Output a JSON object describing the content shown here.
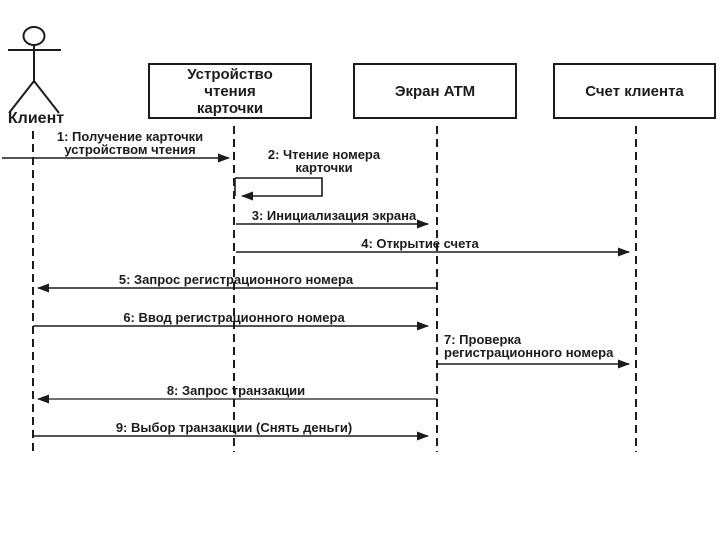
{
  "colors": {
    "ink": "#1c1c1c",
    "background": "#ffffff"
  },
  "diagram": {
    "type": "uml-sequence-diagram",
    "actor": {
      "label": "Клиент"
    },
    "objects": [
      {
        "id": "card-reader",
        "lines": [
          "Устройство",
          "чтения",
          "карточки"
        ]
      },
      {
        "id": "atm-screen",
        "lines": [
          "Экран ATM"
        ]
      },
      {
        "id": "client-account",
        "lines": [
          "Счет клиента"
        ]
      }
    ],
    "messages": [
      {
        "from": "client",
        "to": "card-reader",
        "direction": "right",
        "lines": [
          "1: Получение карточки",
          "устройством чтения"
        ]
      },
      {
        "from": "card-reader",
        "to": "card-reader",
        "direction": "self",
        "lines": [
          "2: Чтение номера",
          "карточки"
        ]
      },
      {
        "from": "card-reader",
        "to": "atm-screen",
        "direction": "right",
        "lines": [
          "3: Инициализация экрана"
        ]
      },
      {
        "from": "card-reader",
        "to": "client-account",
        "direction": "right",
        "lines": [
          "4: Открытие счета"
        ]
      },
      {
        "from": "atm-screen",
        "to": "client",
        "direction": "left",
        "lines": [
          "5: Запрос регистрационного номера"
        ]
      },
      {
        "from": "client",
        "to": "atm-screen",
        "direction": "right",
        "lines": [
          "6: Ввод регистрационного номера"
        ]
      },
      {
        "from": "atm-screen",
        "to": "client-account",
        "direction": "right",
        "lines": [
          "7: Проверка",
          "регистрационного номера"
        ]
      },
      {
        "from": "atm-screen",
        "to": "client",
        "direction": "left",
        "lines": [
          "8: Запрос транзакции"
        ]
      },
      {
        "from": "client",
        "to": "atm-screen",
        "direction": "right",
        "lines": [
          "9: Выбор транзакции (Снять деньги)"
        ]
      }
    ]
  }
}
